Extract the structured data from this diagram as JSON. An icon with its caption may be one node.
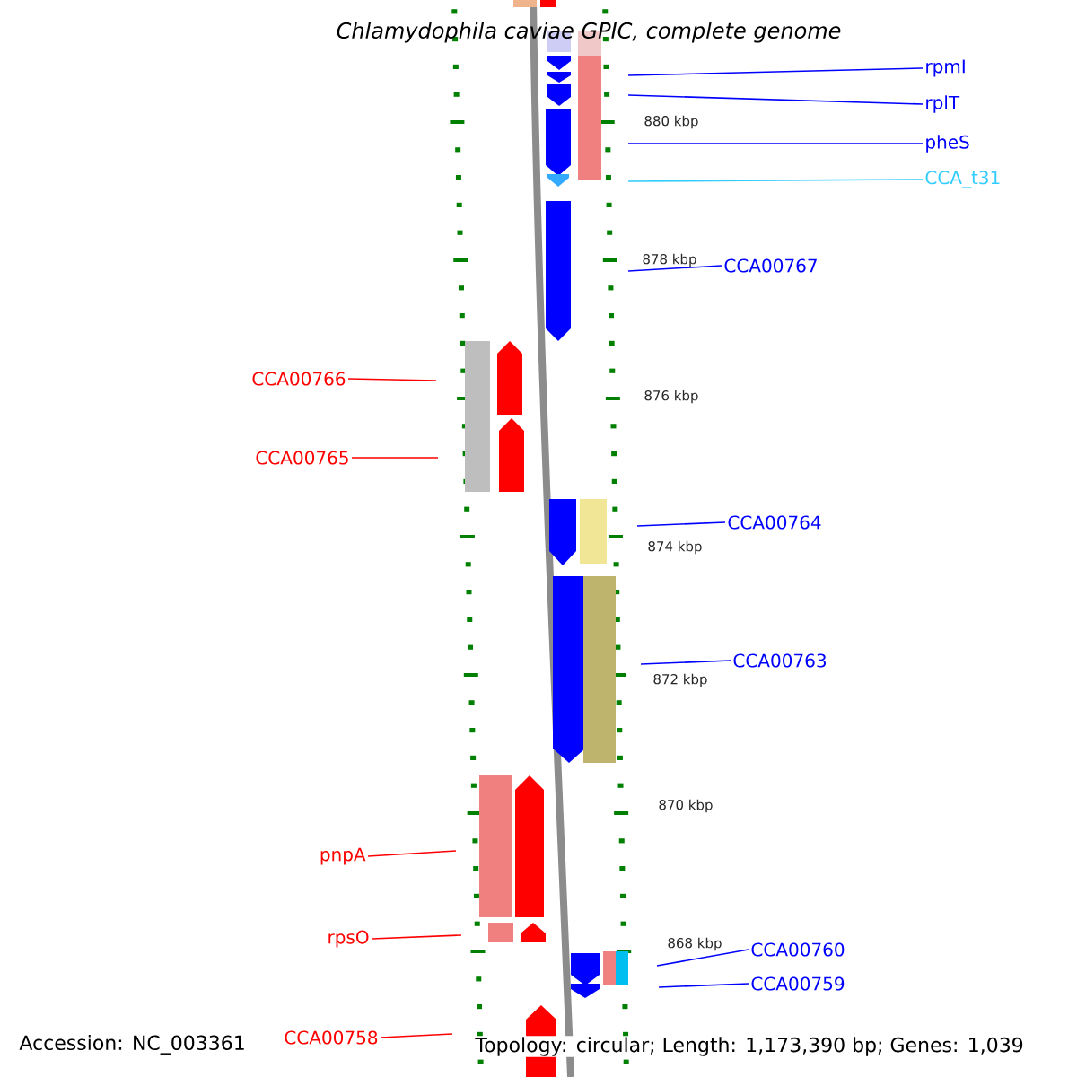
{
  "diagram": {
    "title": "Chlamydophila caviae GPIC, complete genome",
    "nodes": [
      {
        "text": [
          "rpmI"
        ]
      },
      {
        "text": [
          "rplT"
        ]
      },
      {
        "text": [
          "pheS"
        ]
      },
      {
        "text": [
          "CCA_t31"
        ]
      },
      {
        "text": [
          "CCA00767"
        ]
      },
      {
        "text": [
          "CCA00766"
        ]
      },
      {
        "text": [
          "CCA00765"
        ]
      },
      {
        "text": [
          "CCA00764"
        ]
      },
      {
        "text": [
          "CCA00763"
        ]
      },
      {
        "text": [
          "pnpA"
        ]
      },
      {
        "text": [
          "rpsO"
        ]
      },
      {
        "text": [
          "CCA00760"
        ]
      },
      {
        "text": [
          "CCA00759"
        ]
      },
      {
        "text": [
          "CCA00758"
        ]
      }
    ],
    "edges": [
      {
        "from": 0,
        "to": null,
        "arrow": "none"
      },
      {
        "from": 1,
        "to": null,
        "arrow": "none"
      },
      {
        "from": 2,
        "to": null,
        "arrow": "none"
      },
      {
        "from": 3,
        "to": null,
        "arrow": "none",
        "color": "#33ccff"
      },
      {
        "from": 4,
        "to": null,
        "arrow": "none"
      },
      {
        "from": 5,
        "to": null,
        "arrow": "none",
        "color": "#ff0000"
      },
      {
        "from": 6,
        "to": null,
        "arrow": "none",
        "color": "#ff0000"
      },
      {
        "from": 7,
        "to": null,
        "arrow": "none"
      },
      {
        "from": 8,
        "to": null,
        "arrow": "none"
      },
      {
        "from": 9,
        "to": null,
        "arrow": "none",
        "color": "#ff0000"
      },
      {
        "from": 10,
        "to": null,
        "arrow": "none",
        "color": "#ff0000"
      },
      {
        "from": 11,
        "to": null,
        "arrow": "none"
      },
      {
        "from": 12,
        "to": null,
        "arrow": "none"
      },
      {
        "from": 13,
        "to": null,
        "arrow": "none",
        "color": "#ff0000"
      }
    ],
    "labels": [
      "880 kbp",
      "878 kbp",
      "876 kbp",
      "874 kbp",
      "872 kbp",
      "870 kbp",
      "868 kbp",
      "Accession: NC_003361",
      "Topology: circular; Length: 1,173,390 bp; Genes: 1,039"
    ]
  }
}
